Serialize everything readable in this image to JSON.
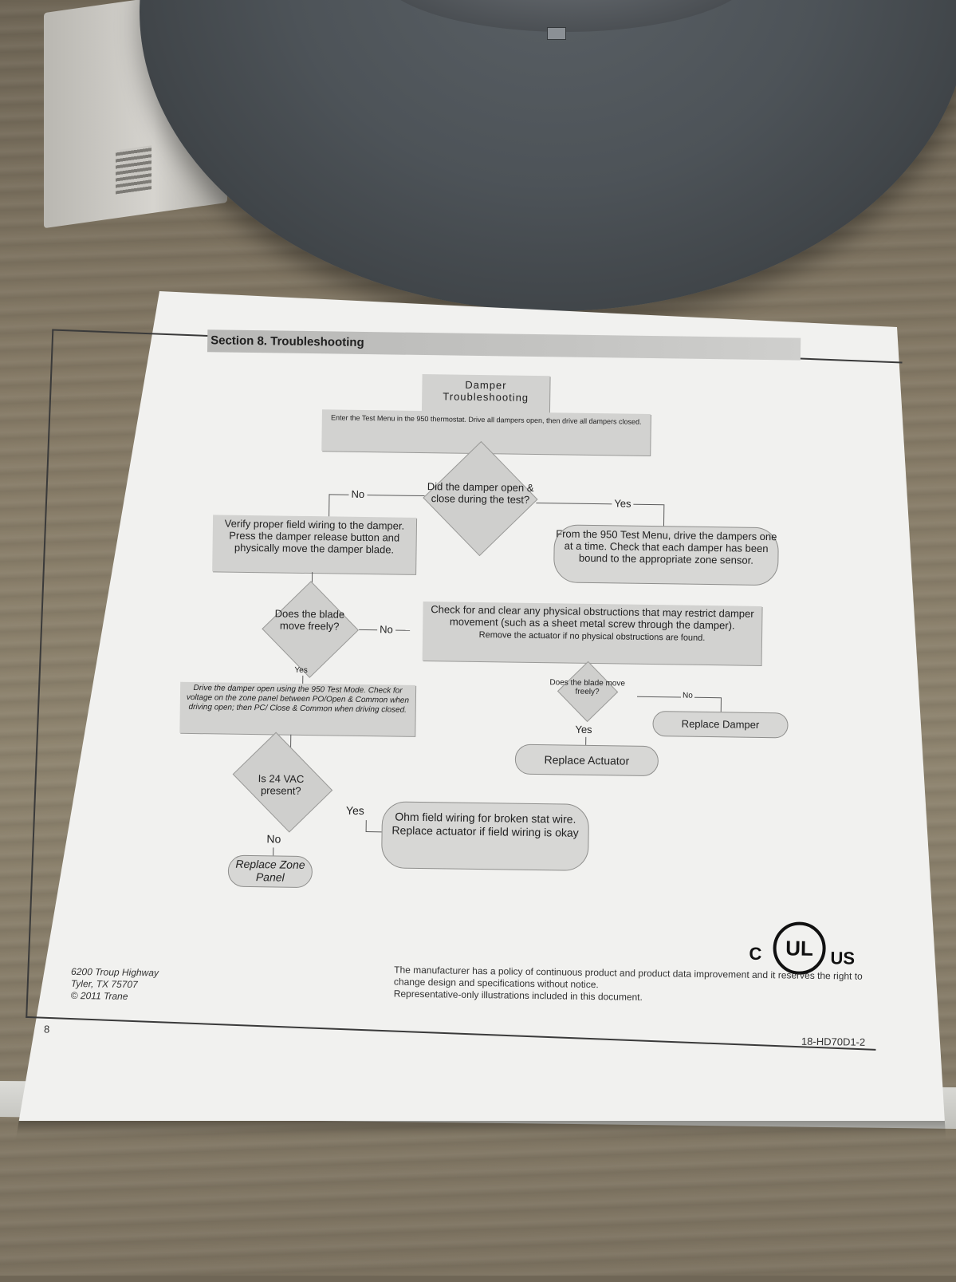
{
  "document": {
    "section_title": "Section 8. Troubleshooting",
    "chart_title": "Damper Troubleshooting",
    "start_box": "Enter the Test Menu in the 950 thermostat. Drive all dampers open, then drive all dampers closed.",
    "decision_1": "Did the damper open & close during the test?",
    "label_no_1": "No",
    "label_yes_1": "Yes",
    "box_verify": "Verify proper field wiring to the damper. Press the damper release button and physically move the damper blade.",
    "pill_bound": "From the 950 Test Menu, drive the dampers one at a time. Check that each damper has been bound to the appropriate zone sensor.",
    "decision_2": "Does the blade move freely?",
    "label_no_2": "No",
    "label_yes_2": "Yes",
    "box_obstructions": "Check for and clear any physical obstructions that may restrict damper movement (such as a sheet metal screw through the damper).",
    "box_obstructions_2": "Remove the actuator if no physical obstructions are found.",
    "decision_3": "Does the blade move freely?",
    "label_no_3": "No",
    "label_yes_3": "Yes",
    "pill_replace_damper": "Replace Damper",
    "pill_replace_actuator": "Replace Actuator",
    "box_drive": "Drive the damper open using the 950 Test Mode. Check for voltage on the zone panel between PO/Open & Common when driving open; then PC/ Close & Common when driving closed.",
    "decision_4": "Is 24 VAC present?",
    "label_yes_4": "Yes",
    "label_no_4": "No",
    "pill_ohm": "Ohm field wiring for broken stat wire. Replace actuator if field wiring is okay",
    "pill_replace_panel": "Replace Zone Panel",
    "address_line1": "6200 Troup Highway",
    "address_line2": "Tyler, TX 75707",
    "address_line3": "© 2011 Trane",
    "disclaimer_1": "The manufacturer has a policy of continuous product and product data improvement and it reserves the right to change design and specifications without notice.",
    "disclaimer_2": "Representative-only illustrations included in this document.",
    "ul_c": "C",
    "ul_mark": "UL",
    "ul_us": "US",
    "page_number": "8",
    "doc_code": "18-HD70D1-2"
  }
}
